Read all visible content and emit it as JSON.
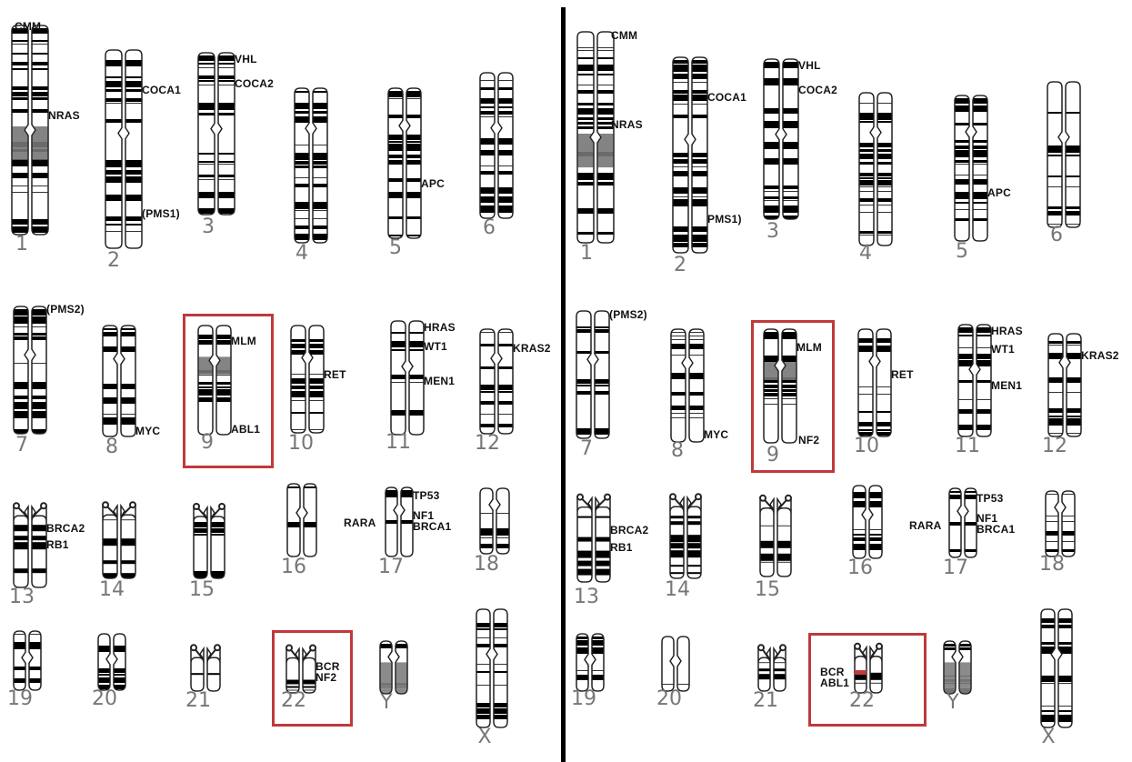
{
  "highlight_color": "#c0393b",
  "left_karyotype": {
    "chromosomes": [
      {
        "id": "1",
        "label": "1",
        "genes": [
          "CMM",
          "NRAS"
        ]
      },
      {
        "id": "2",
        "label": "2",
        "genes": [
          "COCA1",
          "(PMS1)"
        ]
      },
      {
        "id": "3",
        "label": "3",
        "genes": [
          "VHL",
          "COCA2"
        ]
      },
      {
        "id": "4",
        "label": "4",
        "genes": []
      },
      {
        "id": "5",
        "label": "5",
        "genes": [
          "APC"
        ]
      },
      {
        "id": "6",
        "label": "6",
        "genes": []
      },
      {
        "id": "7",
        "label": "7",
        "genes": [
          "(PMS2)"
        ]
      },
      {
        "id": "8",
        "label": "8",
        "genes": [
          "MYC"
        ]
      },
      {
        "id": "9",
        "label": "9",
        "genes": [
          "MLM",
          "ABL1"
        ],
        "highlighted": true
      },
      {
        "id": "10",
        "label": "10",
        "genes": [
          "RET"
        ]
      },
      {
        "id": "11",
        "label": "11",
        "genes": [
          "HRAS",
          "WT1",
          "MEN1"
        ]
      },
      {
        "id": "12",
        "label": "12",
        "genes": [
          "KRAS2"
        ]
      },
      {
        "id": "13",
        "label": "13",
        "genes": [
          "BRCA2",
          "RB1"
        ]
      },
      {
        "id": "14",
        "label": "14",
        "genes": []
      },
      {
        "id": "15",
        "label": "15",
        "genes": []
      },
      {
        "id": "16",
        "label": "16",
        "genes": []
      },
      {
        "id": "17",
        "label": "17",
        "genes": [
          "TP53",
          "RARA",
          "NF1",
          "BRCA1"
        ]
      },
      {
        "id": "18",
        "label": "18",
        "genes": []
      },
      {
        "id": "19",
        "label": "19",
        "genes": []
      },
      {
        "id": "20",
        "label": "20",
        "genes": []
      },
      {
        "id": "21",
        "label": "21",
        "genes": []
      },
      {
        "id": "22",
        "label": "22",
        "genes": [
          "BCR",
          "NF2"
        ],
        "highlighted": true
      },
      {
        "id": "Y",
        "label": "Y",
        "genes": []
      },
      {
        "id": "X",
        "label": "X",
        "genes": []
      }
    ]
  },
  "right_karyotype": {
    "chromosomes": [
      {
        "id": "1",
        "label": "1",
        "genes": [
          "CMM",
          "NRAS"
        ]
      },
      {
        "id": "2",
        "label": "2",
        "genes": [
          "COCA1",
          "PMS1)"
        ]
      },
      {
        "id": "3",
        "label": "3",
        "genes": [
          "VHL",
          "COCA2"
        ]
      },
      {
        "id": "4",
        "label": "4",
        "genes": []
      },
      {
        "id": "5",
        "label": "5",
        "genes": [
          "APC"
        ]
      },
      {
        "id": "6",
        "label": "6",
        "genes": []
      },
      {
        "id": "7",
        "label": "7",
        "genes": [
          "(PMS2)"
        ]
      },
      {
        "id": "8",
        "label": "8",
        "genes": [
          "MYC"
        ]
      },
      {
        "id": "9",
        "label": "9",
        "genes": [
          "MLM",
          "NF2"
        ],
        "highlighted": true
      },
      {
        "id": "10",
        "label": "10",
        "genes": [
          "RET"
        ]
      },
      {
        "id": "11",
        "label": "11",
        "genes": [
          "HRAS",
          "WT1",
          "MEN1"
        ]
      },
      {
        "id": "12",
        "label": "12",
        "genes": [
          "KRAS2"
        ]
      },
      {
        "id": "13",
        "label": "13",
        "genes": [
          "BRCA2",
          "RB1"
        ]
      },
      {
        "id": "14",
        "label": "14",
        "genes": []
      },
      {
        "id": "15",
        "label": "15",
        "genes": []
      },
      {
        "id": "16",
        "label": "16",
        "genes": []
      },
      {
        "id": "17",
        "label": "17",
        "genes": [
          "TP53",
          "RARA",
          "NF1",
          "BRCA1"
        ]
      },
      {
        "id": "18",
        "label": "18",
        "genes": []
      },
      {
        "id": "19",
        "label": "19",
        "genes": []
      },
      {
        "id": "20",
        "label": "20",
        "genes": []
      },
      {
        "id": "21",
        "label": "21",
        "genes": []
      },
      {
        "id": "22",
        "label": "22",
        "genes": [
          "BCR",
          "ABL1"
        ],
        "highlighted": true
      },
      {
        "id": "Y",
        "label": "Y",
        "genes": []
      },
      {
        "id": "X",
        "label": "X",
        "genes": []
      }
    ]
  }
}
